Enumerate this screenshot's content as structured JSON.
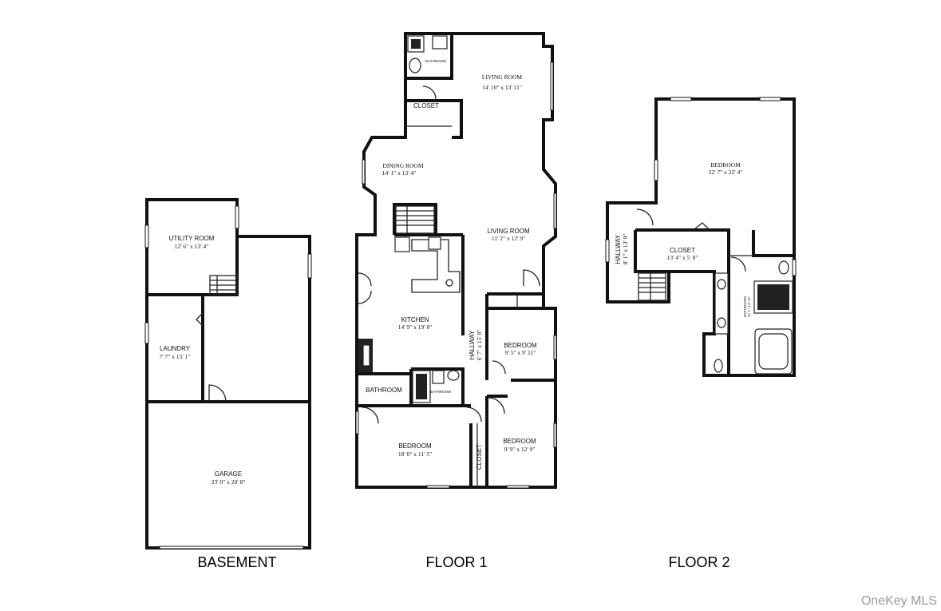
{
  "plans": {
    "basement": {
      "label": "BASEMENT",
      "utility": {
        "name": "UTILITY ROOM",
        "dim": "12' 6\" x 13' 4\""
      },
      "laundry": {
        "name": "LAUNDRY",
        "dim": "7' 7\" x 15' 1\""
      },
      "garage": {
        "name": "GARAGE",
        "dim": "23' 0\" x 20' 8\""
      }
    },
    "floor1": {
      "label": "FLOOR 1",
      "bath_small": {
        "name": "BATHROOM"
      },
      "living_top": {
        "name": "LIVING ROOM",
        "dim": "14' 10\" x 13' 11\""
      },
      "closet": {
        "name": "CLOSET"
      },
      "dining": {
        "name": "DINING ROOM",
        "dim": "14' 1\" x 13' 4\""
      },
      "living": {
        "name": "LIVING ROOM",
        "dim": "11' 2\" x 12' 9\""
      },
      "kitchen": {
        "name": "KITCHEN",
        "dim": "14' 9\" x 19' 8\""
      },
      "hallway": {
        "name": "HALLWAY",
        "dim": "6' 7\" x 15' 8\""
      },
      "bed_a": {
        "name": "BEDROOM",
        "dim": "9' 5\" x 9' 11\""
      },
      "bathroom": {
        "name": "BATHROOM"
      },
      "bath_tiny": {
        "name": "BATHROOM"
      },
      "bed_b": {
        "name": "BEDROOM",
        "dim": "18' 0\" x 11' 5\""
      },
      "closet_b": {
        "name": "CLOSET"
      },
      "bed_c": {
        "name": "BEDROOM",
        "dim": "9' 9\" x 12' 9\""
      }
    },
    "floor2": {
      "label": "FLOOR 2",
      "bedroom": {
        "name": "BEDROOM",
        "dim": "22' 7\" x 22' 4\""
      },
      "hallway": {
        "name": "HALLWAY",
        "dim": "8' 1\" x 13' 9\""
      },
      "closet": {
        "name": "CLOSET",
        "dim": "13' 4\" x 5' 8\""
      },
      "bathroom": {
        "name": "BATHROOM",
        "dim": "11' 1\" x 5' 11\""
      }
    }
  },
  "watermark": "OneKey MLS",
  "colors": {
    "wall": "#111111",
    "background": "#ffffff",
    "watermark": "#9a9a9a"
  }
}
